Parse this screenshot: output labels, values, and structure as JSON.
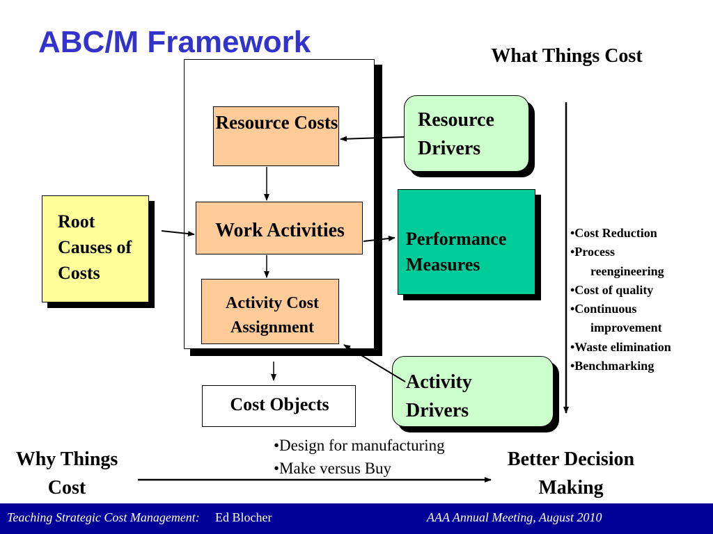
{
  "title": "ABC/M Framework",
  "what_things_cost": "What Things Cost",
  "why_things_cost": "Why Things Cost",
  "better_decision_making": "Better Decision Making",
  "resource_costs": "Resource Costs",
  "work_activities": "Work Activities",
  "activity_cost_assignment": "Activity Cost Assignment",
  "cost_objects": "Cost Objects",
  "root_causes": "Root Causes of Costs",
  "resource_drivers": "Resource Drivers",
  "performance_measures": "Performance Measures",
  "activity_drivers": "Activity Drivers",
  "right_bullets": [
    "•Cost Reduction",
    "•Process",
    "reengineering",
    "•Cost of quality",
    "•Continuous",
    "improvement",
    "•Waste elimination",
    "•Benchmarking"
  ],
  "bottom_bullets": [
    "•Design for manufacturing",
    "•Make versus Buy"
  ],
  "footer": {
    "left_italic": "Teaching Strategic Cost Management:",
    "left_author": "Ed  Blocher",
    "right": "AAA Annual Meeting,  August  2010"
  },
  "colors": {
    "title": "#3333cc",
    "orange_box": "#ffcc99",
    "green_box": "#ccffcc",
    "teal_box": "#00cc99",
    "yellow_box": "#ffff99",
    "footer_bg": "#000099"
  }
}
